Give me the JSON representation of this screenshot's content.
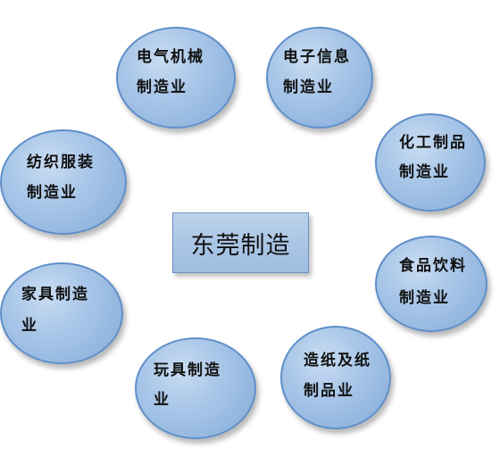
{
  "diagram": {
    "center": "东莞制造",
    "industries": [
      {
        "line1": "电气机械",
        "line2": "制造业"
      },
      {
        "line1": "电子信息",
        "line2": "制造业"
      },
      {
        "line1": "化工制品",
        "line2": "制造业"
      },
      {
        "line1": "纺织服装",
        "line2": "制造业"
      },
      {
        "line1": "食品饮料",
        "line2": "制造业"
      },
      {
        "line1": "家具制造",
        "line2": "业"
      },
      {
        "line1": "造纸及纸",
        "line2": "制品业"
      },
      {
        "line1": "玩具制造",
        "line2": "业"
      }
    ]
  },
  "colors": {
    "bubble_fill": "#a8c6e8",
    "bubble_border": "#5f8fc9",
    "center_fill": "#a9c5e6",
    "text": "#111111"
  }
}
